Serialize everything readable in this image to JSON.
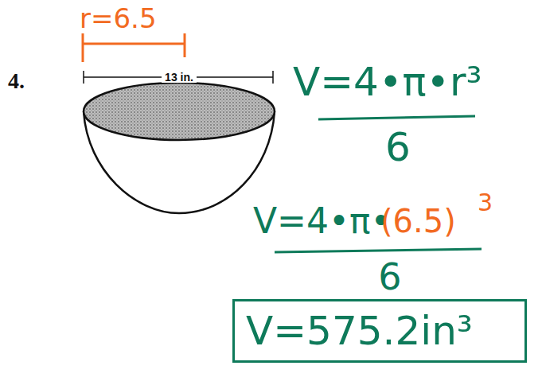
{
  "diagram": {
    "nodes": [
      {
        "text": [
          "V=575.2in³"
        ]
      }
    ],
    "labels": [
      "r=6.5",
      "4.",
      "13 in.",
      "V=4•π•r³",
      "6",
      "V=4•π•",
      "(6.5)",
      "3",
      "6"
    ]
  }
}
